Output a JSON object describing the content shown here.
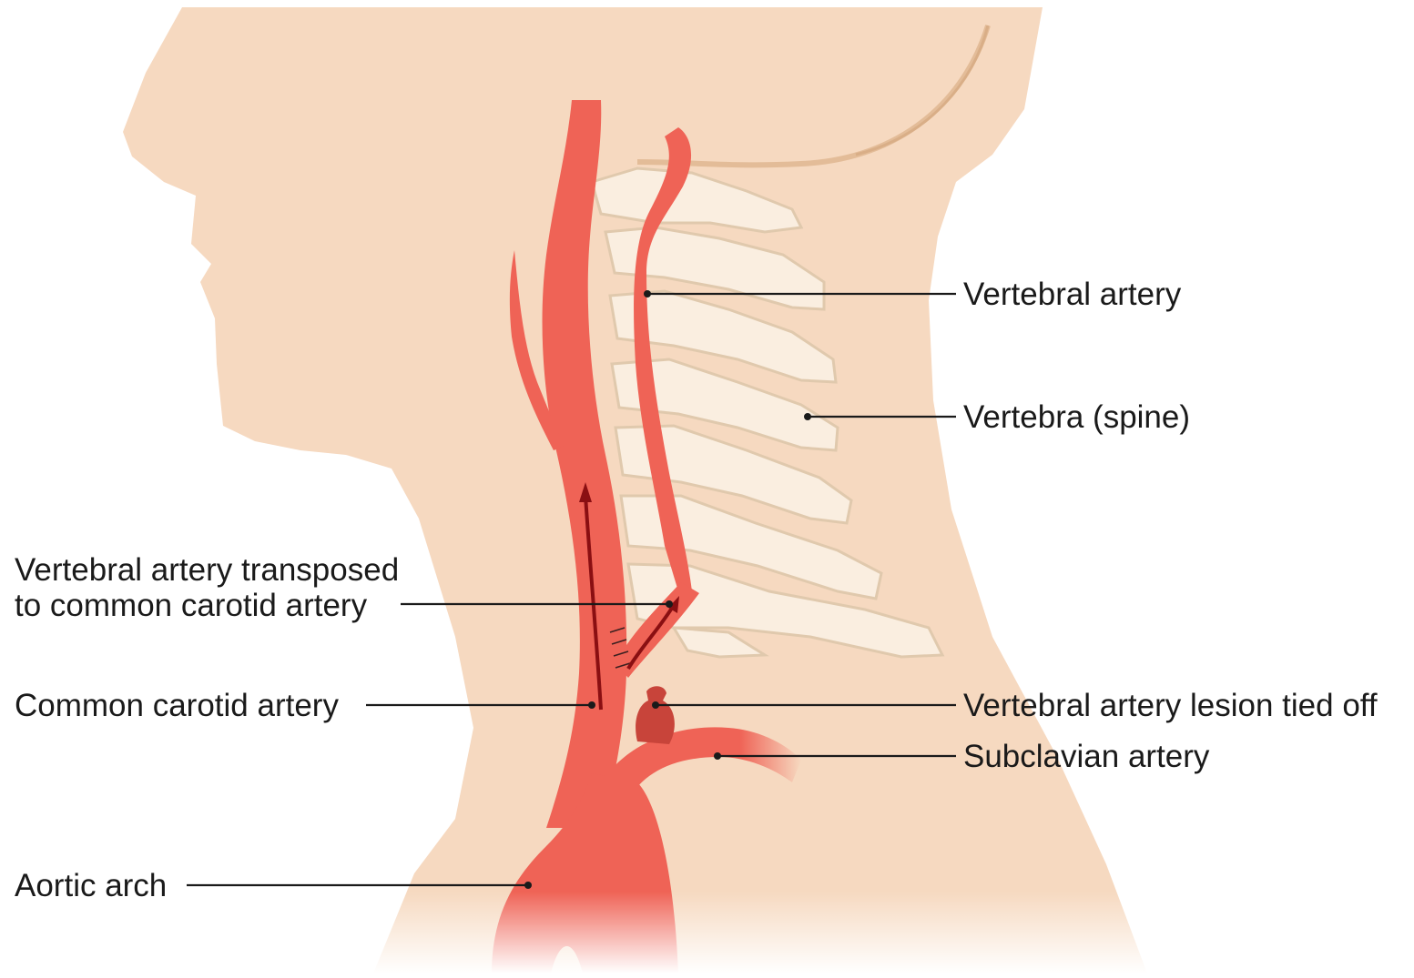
{
  "labels": {
    "vertebral_artery": "Vertebral artery",
    "vertebra": "Vertebra (spine)",
    "transposed_line1": "Vertebral artery transposed",
    "transposed_line2": "to common carotid artery",
    "common_carotid": "Common carotid artery",
    "lesion_tied_off": "Vertebral artery lesion tied off",
    "subclavian": "Subclavian artery",
    "aortic_arch": "Aortic arch"
  },
  "colors": {
    "skin": "#f6d9c0",
    "skin_shadow": "#e9c3a2",
    "artery": "#ef6356",
    "artery_dark": "#c8443a",
    "blood_flow": "#8a0f12",
    "bone": "#faeee0",
    "bone_shadow": "#e0c9ad",
    "text": "#1a1a1a"
  }
}
